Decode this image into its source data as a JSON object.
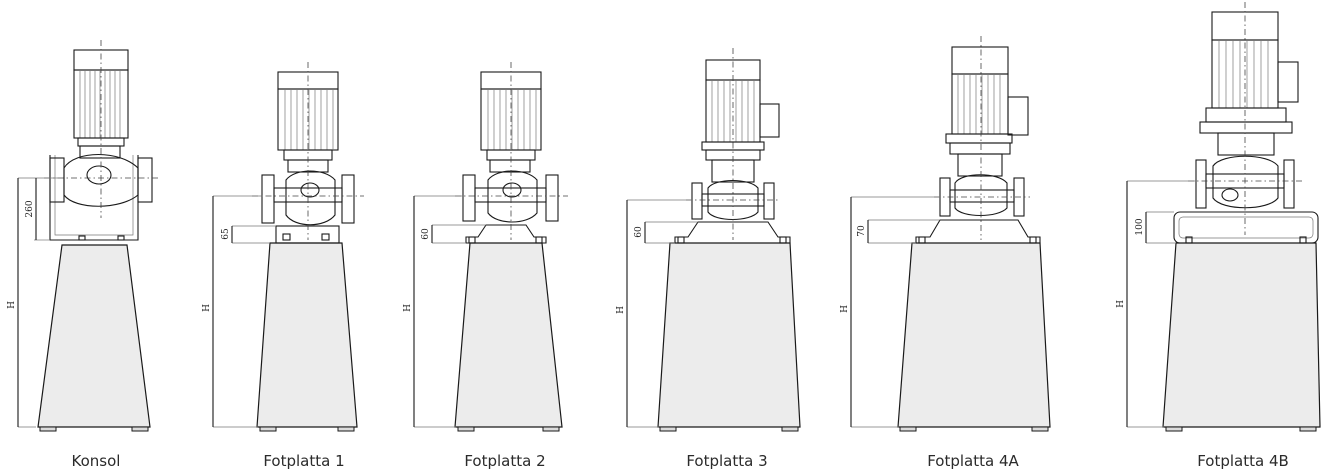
{
  "figures": [
    {
      "caption": "Konsol",
      "height_label": "H",
      "offset_value": "260"
    },
    {
      "caption": "Fotplatta 1",
      "height_label": "H",
      "offset_value": "65"
    },
    {
      "caption": "Fotplatta 2",
      "height_label": "H",
      "offset_value": "60"
    },
    {
      "caption": "Fotplatta 3",
      "height_label": "H",
      "offset_value": "60"
    },
    {
      "caption": "Fotplatta 4A",
      "height_label": "H",
      "offset_value": "70"
    },
    {
      "caption": "Fotplatta 4B",
      "height_label": "H",
      "offset_value": "100"
    }
  ]
}
